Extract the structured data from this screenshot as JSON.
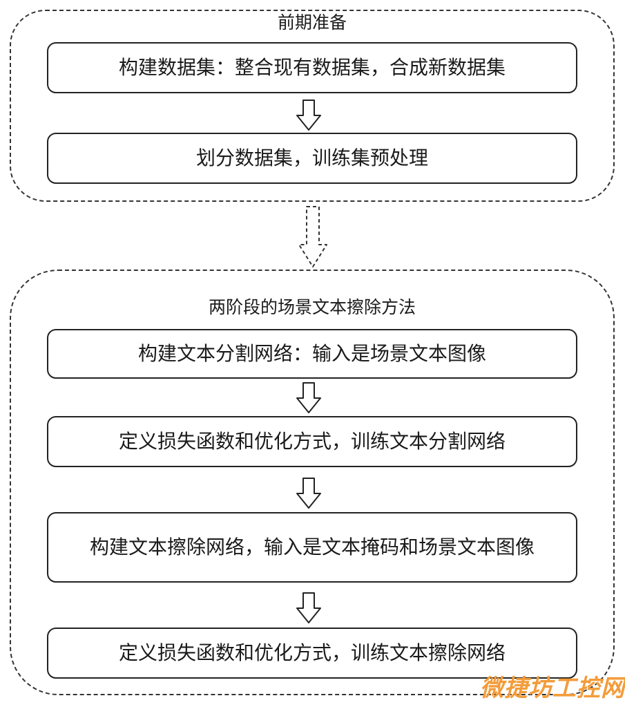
{
  "preparation": {
    "title": "前期准备",
    "steps": [
      "构建数据集：整合现有数据集，合成新数据集",
      "划分数据集，训练集预处理"
    ]
  },
  "method": {
    "title": "两阶段的场景文本擦除方法",
    "steps": [
      "构建文本分割网络：输入是场景文本图像",
      "定义损失函数和优化方式，训练文本分割网络",
      "构建文本擦除网络，输入是文本掩码和场景文本图像",
      "定义损失函数和优化方式，训练文本擦除网络"
    ]
  },
  "watermark": "微捷坊工控网",
  "colors": {
    "border": "#333333",
    "watermark": "#f39c3a"
  },
  "icons": {
    "flow_arrow": "hollow-down-arrow-icon",
    "stage_arrow": "dashed-hollow-down-arrow-icon"
  }
}
